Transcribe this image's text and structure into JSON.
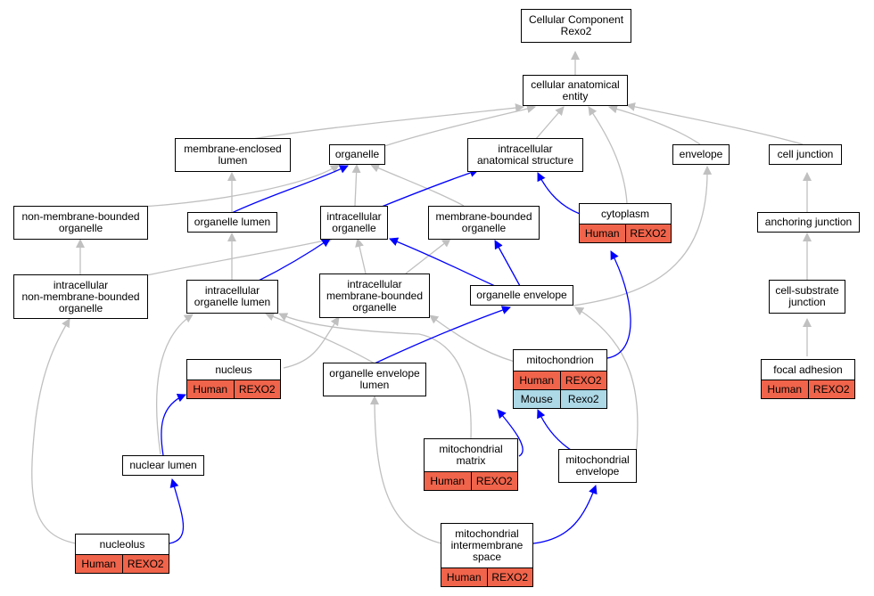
{
  "colors": {
    "gray_edge": "#c0c0c0",
    "blue_edge": "#0000ff",
    "human_fill": "#f0644b",
    "mouse_fill": "#add8e6"
  },
  "nodes": {
    "root": {
      "label": "Cellular Component\nRexo2"
    },
    "cae": {
      "label": "cellular anatomical\nentity"
    },
    "mel": {
      "label": "membrane-enclosed\nlumen"
    },
    "org": {
      "label": "organelle"
    },
    "ias": {
      "label": "intracellular\nanatomical structure"
    },
    "env": {
      "label": "envelope"
    },
    "cj": {
      "label": "cell junction"
    },
    "nmbo": {
      "label": "non-membrane-bounded\norganelle"
    },
    "ol": {
      "label": "organelle lumen"
    },
    "io": {
      "label": "intracellular\norganelle"
    },
    "mbo": {
      "label": "membrane-bounded\norganelle"
    },
    "cyto": {
      "label": "cytoplasm",
      "human": [
        "Human",
        "REXO2"
      ]
    },
    "aj": {
      "label": "anchoring junction"
    },
    "inmbo": {
      "label": "intracellular\nnon-membrane-bounded\norganelle"
    },
    "iol": {
      "label": "intracellular\norganelle lumen"
    },
    "imbo": {
      "label": "intracellular\nmembrane-bounded\norganelle"
    },
    "oe": {
      "label": "organelle envelope"
    },
    "csj": {
      "label": "cell-substrate\njunction"
    },
    "nuc": {
      "label": "nucleus",
      "human": [
        "Human",
        "REXO2"
      ]
    },
    "oel": {
      "label": "organelle envelope\nlumen"
    },
    "mito": {
      "label": "mitochondrion",
      "human": [
        "Human",
        "REXO2"
      ],
      "mouse": [
        "Mouse",
        "Rexo2"
      ]
    },
    "fa": {
      "label": "focal adhesion",
      "human": [
        "Human",
        "REXO2"
      ]
    },
    "nl": {
      "label": "nuclear lumen"
    },
    "mm": {
      "label": "mitochondrial\nmatrix",
      "human": [
        "Human",
        "REXO2"
      ]
    },
    "me": {
      "label": "mitochondrial\nenvelope"
    },
    "nuco": {
      "label": "nucleolus",
      "human": [
        "Human",
        "REXO2"
      ]
    },
    "mis": {
      "label": "mitochondrial\nintermembrane\nspace",
      "human": [
        "Human",
        "REXO2"
      ]
    }
  }
}
